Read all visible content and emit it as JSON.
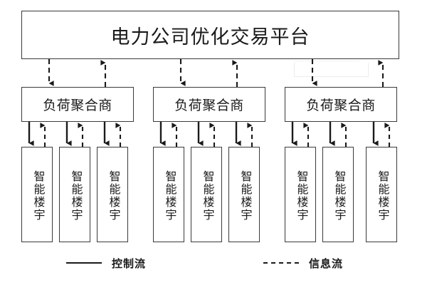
{
  "diagram": {
    "title_node": {
      "label": "电力公司优化交易平台",
      "name": "power-company-platform"
    },
    "aggregators": [
      {
        "label": "负荷聚合商"
      },
      {
        "label": "负荷聚合商"
      },
      {
        "label": "负荷聚合商"
      }
    ],
    "buildings": [
      {
        "label": "智能楼宇"
      },
      {
        "label": "智能楼宇"
      },
      {
        "label": "智能楼宇"
      },
      {
        "label": "智能楼宇"
      },
      {
        "label": "智能楼宇"
      },
      {
        "label": "智能楼宇"
      },
      {
        "label": "智能楼宇"
      },
      {
        "label": "智能楼宇"
      },
      {
        "label": "智能楼宇"
      }
    ],
    "legend": {
      "control_flow": {
        "label": "控制流",
        "style": "solid"
      },
      "information_flow": {
        "label": "信息流",
        "style": "dashed"
      }
    },
    "colors": {
      "stroke": "#3a3a3a",
      "arrow": "#1a1a1a",
      "background": "#ffffff",
      "ghost": "#ececec"
    },
    "edges": {
      "platform_to_aggregator": "dashed-bidirectional",
      "aggregator_to_building_down": "solid-arrow-down",
      "building_to_aggregator_up": "dashed-arrow-up"
    }
  }
}
